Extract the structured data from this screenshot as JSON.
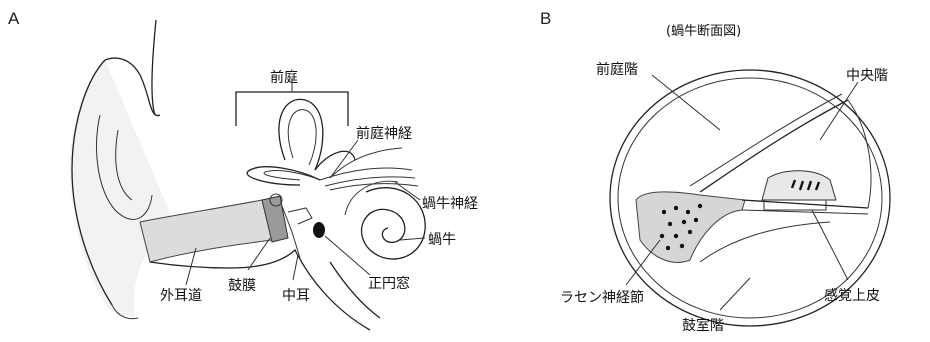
{
  "panel_a": {
    "letter": "A",
    "labels": {
      "vestibule": "前庭",
      "vestibular_nerve": "前庭神経",
      "cochlear_nerve": "蝸牛神経",
      "cochlea": "蝸牛",
      "round_window": "正円窓",
      "ear_canal": "外耳道",
      "eardrum": "鼓膜",
      "middle_ear": "中耳"
    }
  },
  "panel_b": {
    "letter": "B",
    "title": "(蝸牛断面図)",
    "labels": {
      "scala_vestibuli": "前庭階",
      "scala_media": "中央階",
      "spiral_ganglion": "ラセン神経節",
      "organ_of_corti": "感覚上皮",
      "scala_tympani": "鼓室階"
    }
  },
  "colors": {
    "ink": "#222222",
    "shade": "#cfcfcf",
    "background": "#ffffff"
  }
}
